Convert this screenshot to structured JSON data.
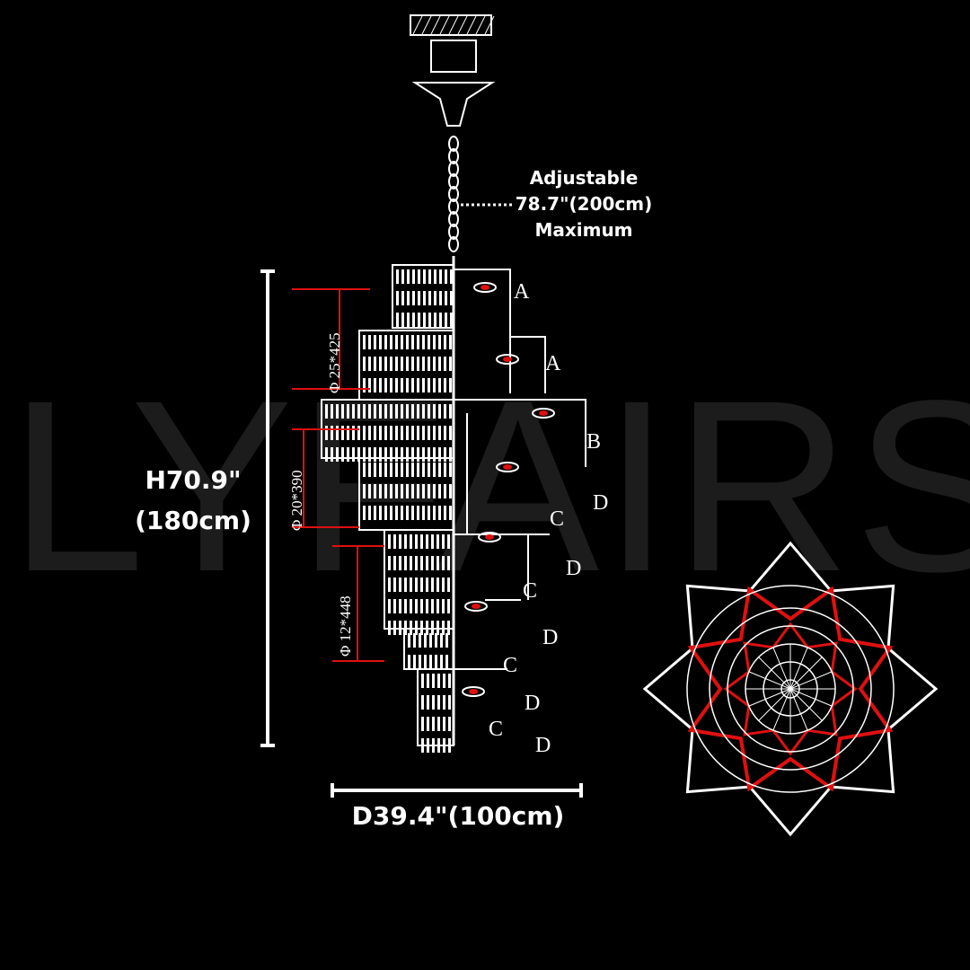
{
  "watermark": "LYFAIRS",
  "chain_note": {
    "line1": "Adjustable",
    "line2": "78.7\"(200cm)",
    "line3": "Maximum"
  },
  "height": {
    "line1": "H70.9\"",
    "line2": "(180cm)"
  },
  "diameter": "D39.4\"(100cm)",
  "tier_dimensions": [
    "Φ 25*425",
    "Φ 20*390",
    "Φ 12*448"
  ],
  "part_letters": [
    "A",
    "A",
    "B",
    "D",
    "C",
    "D",
    "C",
    "D",
    "C",
    "D",
    "C",
    "D"
  ],
  "colors": {
    "background": "#000000",
    "line": "#ffffff",
    "accent": "#e01010"
  }
}
